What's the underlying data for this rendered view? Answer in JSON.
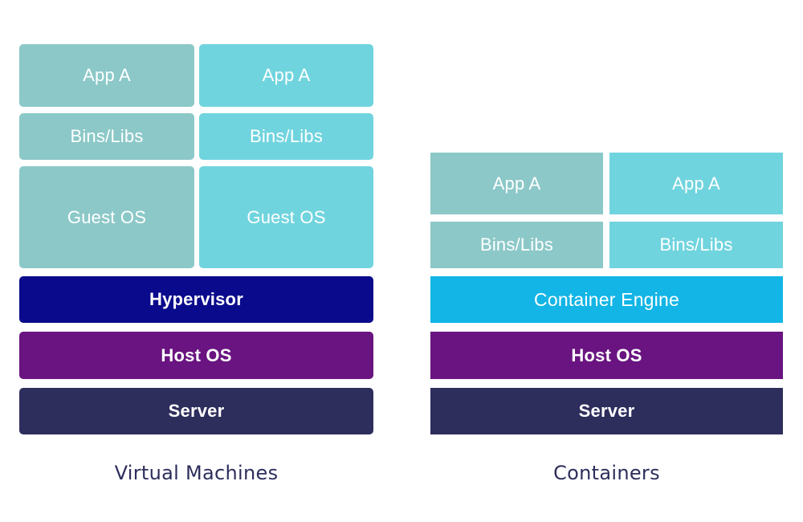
{
  "diagram": {
    "title_hidden": "",
    "colors": {
      "app_left": "#8cc8c8",
      "app_right": "#70d4de",
      "hypervisor": "#0a0a8c",
      "container_engine": "#12b5e5",
      "host_os": "#691480",
      "server": "#2d2e5c",
      "caption_text": "#2d2e5c",
      "cell_text": "#ffffff",
      "background": "#ffffff"
    }
  },
  "vm_stack": {
    "caption": "Virtual Machines",
    "columns": [
      {
        "app": "App A",
        "bins": "Bins/Libs",
        "guest_os": "Guest OS"
      },
      {
        "app": "App A",
        "bins": "Bins/Libs",
        "guest_os": "Guest OS"
      }
    ],
    "base_layers": [
      {
        "label": "Hypervisor"
      },
      {
        "label": "Host OS"
      },
      {
        "label": "Server"
      }
    ]
  },
  "container_stack": {
    "caption": "Containers",
    "columns": [
      {
        "app": "App A",
        "bins": "Bins/Libs"
      },
      {
        "app": "App A",
        "bins": "Bins/Libs"
      }
    ],
    "base_layers": [
      {
        "label": "Container Engine"
      },
      {
        "label": "Host OS"
      },
      {
        "label": "Server"
      }
    ]
  }
}
